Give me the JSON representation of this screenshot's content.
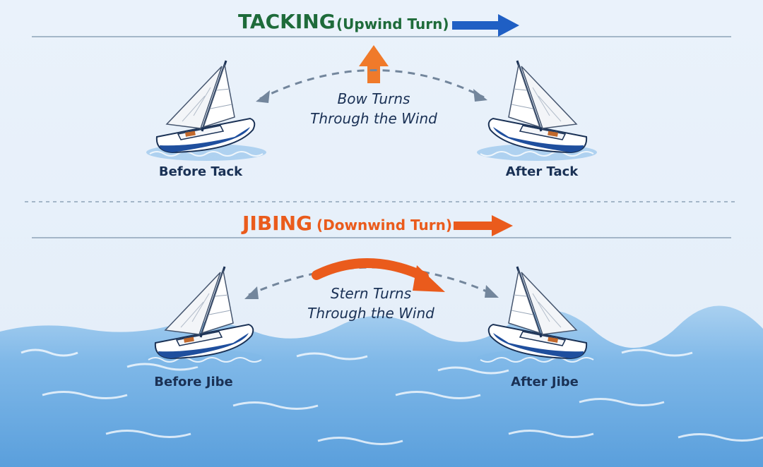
{
  "colors": {
    "tacking_green": "#1e6b3a",
    "jibing_orange": "#ea5b1c",
    "blue_arrow": "#1f5fc4",
    "text_navy": "#1a3155",
    "hull_blue": "#1f4f9e",
    "water_light": "#cfe4f6",
    "water_deep": "#5a9fdc",
    "sky": "#e9f1fa"
  },
  "tacking": {
    "title": "TACKING",
    "subtitle": "(Upwind Turn)",
    "caption_line1": "Bow Turns",
    "caption_line2": "Through the Wind",
    "left_label": "Before Tack",
    "right_label": "After Tack",
    "wind_arrow_icon": "orange-up-arrow"
  },
  "jibing": {
    "title": "JIBING",
    "subtitle": "(Downwind Turn)",
    "caption_line1": "Stern Turns",
    "caption_line2": "Through the Wind",
    "left_label": "Before Jibe",
    "right_label": "After Jibe",
    "turn_arrow_icon": "curved-orange-arrow"
  }
}
